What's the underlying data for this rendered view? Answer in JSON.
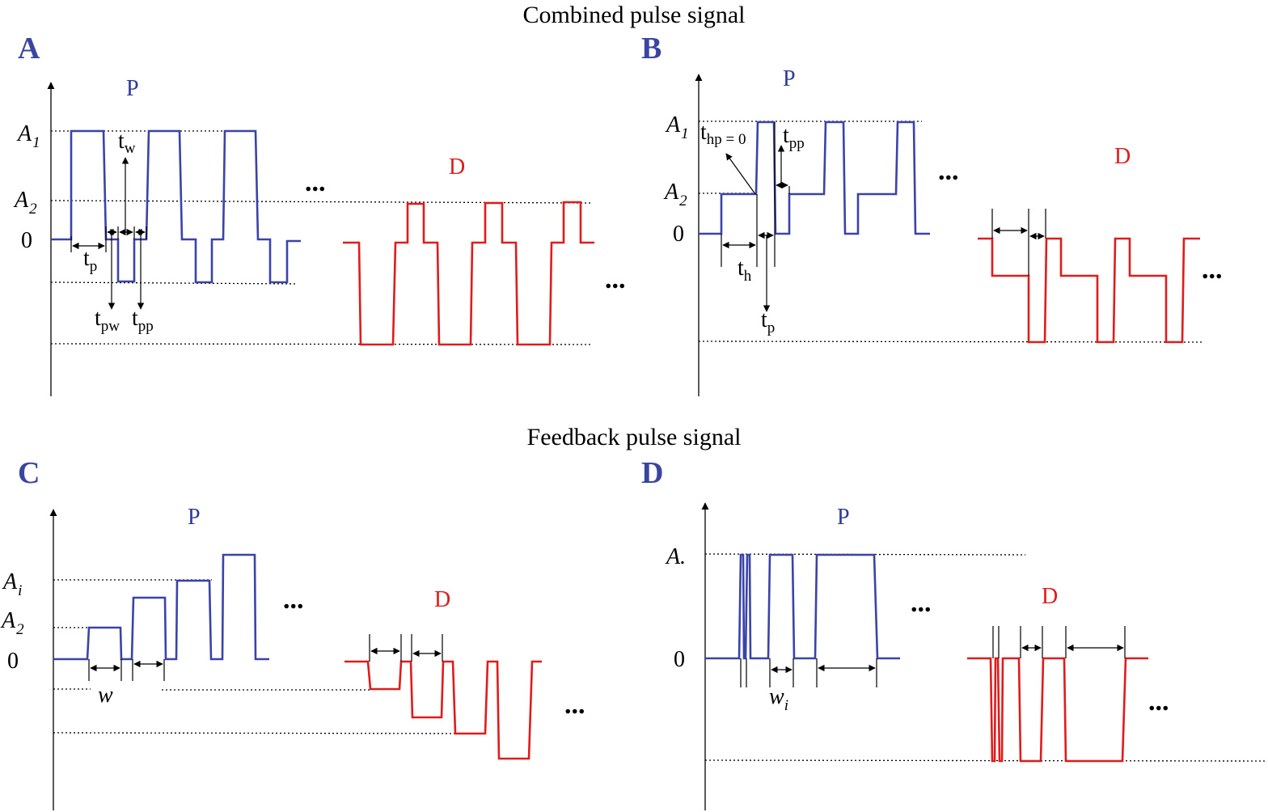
{
  "titles": {
    "top": "Combined pulse signal",
    "bottom": "Feedback pulse signal"
  },
  "panels": {
    "a": {
      "letter": "A",
      "p": "P",
      "d": "D",
      "y_a1": "A",
      "y_a1_sub": "1",
      "y_a2": "A",
      "y_a2_sub": "2",
      "y_zero": "0",
      "t_w": "t",
      "t_w_sub": "w",
      "t_p": "t",
      "t_p_sub": "p",
      "t_pw": "t",
      "t_pw_sub": "pw",
      "t_pp": "t",
      "t_pp_sub": "pp",
      "ellipsis_1": "...",
      "ellipsis_2": "..."
    },
    "b": {
      "letter": "B",
      "p": "P",
      "d": "D",
      "y_a1": "A",
      "y_a1_sub": "1",
      "y_a2": "A",
      "y_a2_sub": "2",
      "y_zero": "0",
      "t_hp": "t",
      "t_hp_sub": "hp = 0",
      "t_pp": "t",
      "t_pp_sub": "pp",
      "t_h": "t",
      "t_h_sub": "h",
      "t_p": "t",
      "t_p_sub": "p",
      "ellipsis_1": "...",
      "ellipsis_2": "..."
    },
    "c": {
      "letter": "C",
      "p": "P",
      "d": "D",
      "y_ai": "A",
      "y_ai_sub": "i",
      "y_a2": "A",
      "y_a2_sub": "2",
      "y_zero": "0",
      "w": "w",
      "ellipsis_1": "...",
      "ellipsis_2": "..."
    },
    "d": {
      "letter": "D",
      "p": "P",
      "d": "D",
      "y_a": "A.",
      "y_zero": "0",
      "w": "w",
      "w_sub": "i",
      "ellipsis_1": "...",
      "ellipsis_2": "..."
    }
  },
  "colors": {
    "positive_pulse": "#3a43a8",
    "negative_pulse": "#e01b1b",
    "panel_letter": "#3a45a0"
  }
}
